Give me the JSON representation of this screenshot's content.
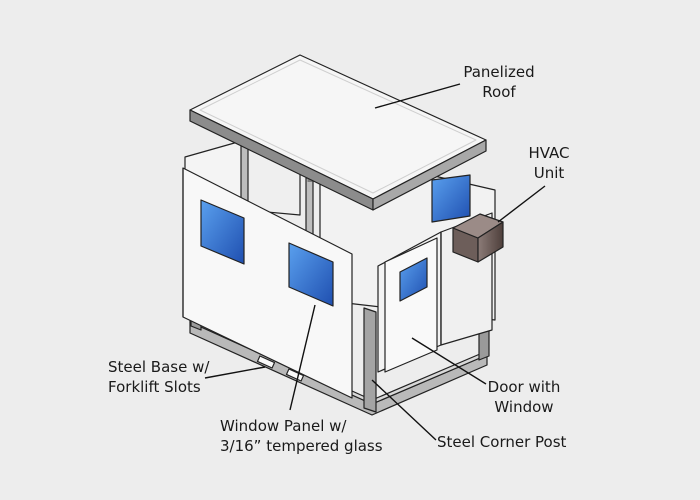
{
  "labels": {
    "roof": [
      "Panelized",
      "Roof"
    ],
    "hvac": [
      "HVAC",
      "Unit"
    ],
    "base": [
      "Steel Base w/",
      "Forklift Slots"
    ],
    "door": [
      "Door with",
      "Window"
    ],
    "window_panel": [
      "Window Panel w/",
      "3/16” tempered glass"
    ],
    "corner_post": [
      "Steel Corner Post"
    ]
  },
  "colors": {
    "background": "#ededed",
    "panel": "#f7f7f7",
    "outline": "#222222",
    "glass": "#2f6fd0",
    "steel": "#9a9a9a",
    "hvac": "#6a5a55"
  }
}
